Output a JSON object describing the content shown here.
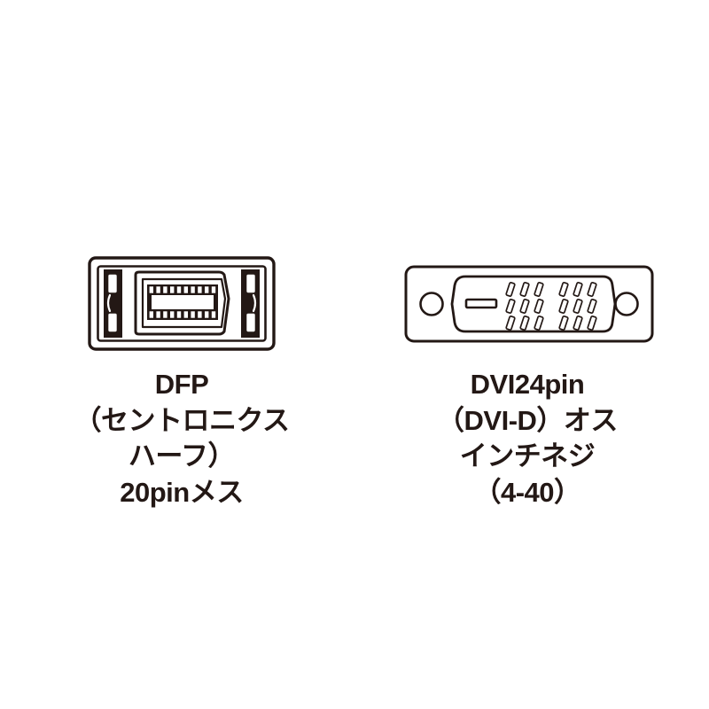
{
  "page": {
    "background_color": "#ffffff",
    "ink_color": "#231815",
    "title": "DFP to DVI connector pinout illustration"
  },
  "connectors": [
    {
      "id": "dfp",
      "type": "dfp-20pin-female",
      "icon_name": "dfp-connector-icon",
      "pin_rows": 2,
      "pins_per_row": 10,
      "total_pins": 20,
      "caption_lines": [
        "DFP",
        "（セントロニクス",
        "ハーフ）",
        "20pinメス"
      ]
    },
    {
      "id": "dvi",
      "type": "dvi24pin-dvi-d-male",
      "icon_name": "dvi-connector-icon",
      "pin_block_rows": 3,
      "pin_block_columns": 3,
      "pin_blocks": 2,
      "total_pins": 24,
      "has_flat_blade": true,
      "screw_holes": 2,
      "caption_lines": [
        "DVI24pin",
        "（DVI-D）オス",
        "インチネジ",
        "（4-40）"
      ]
    }
  ]
}
